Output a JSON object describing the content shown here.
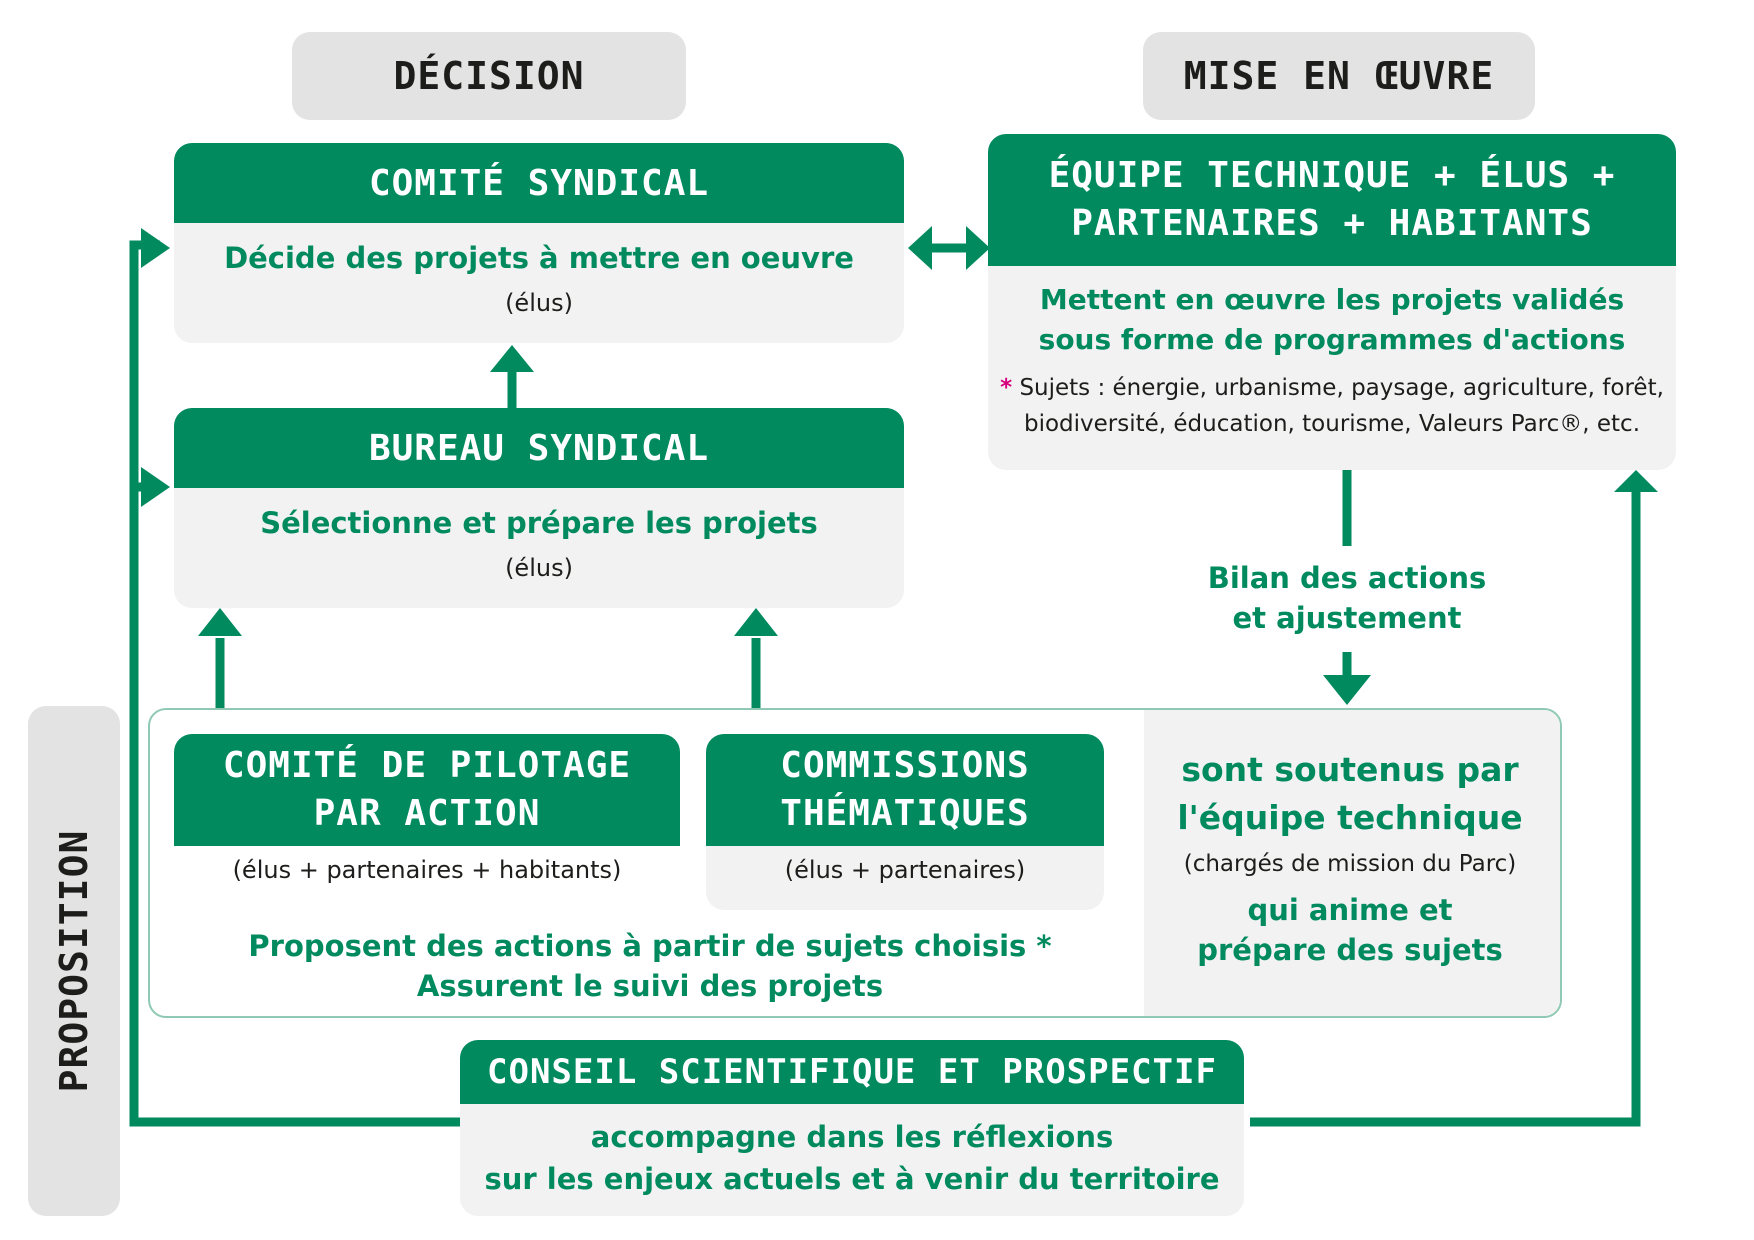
{
  "columns": {
    "decision": "DÉCISION",
    "execution": "MISE EN ŒUVRE",
    "proposal": "PROPOSITION"
  },
  "comite_syndical": {
    "title": "COMITÉ SYNDICAL",
    "desc": "Décide des projets à mettre en oeuvre",
    "members": "(élus)"
  },
  "bureau_syndical": {
    "title": "BUREAU SYNDICAL",
    "desc": "Sélectionne et prépare les projets",
    "members": "(élus)"
  },
  "equipe": {
    "title_line1": "ÉQUIPE TECHNIQUE + ÉLUS +",
    "title_line2": "PARTENAIRES + HABITANTS",
    "desc_line1": "Mettent en œuvre les projets validés",
    "desc_line2": "sous forme de programmes d'actions",
    "star": "*",
    "subjects_line1": "Sujets : énergie, urbanisme, paysage, agriculture, forêt,",
    "subjects_line2": "biodiversité, éducation, tourisme, Valeurs Parc®, etc."
  },
  "bilan": {
    "line1": "Bilan des actions",
    "line2": "et ajustement"
  },
  "copil": {
    "title_line1": "COMITÉ DE PILOTAGE",
    "title_line2": "PAR ACTION",
    "members": "(élus + partenaires + habitants)"
  },
  "commissions": {
    "title_line1": "COMMISSIONS",
    "title_line2": "THÉMATIQUES",
    "members": "(élus + partenaires)"
  },
  "proposal_text": {
    "line1": "Proposent des actions à partir de sujets choisis *",
    "line2": "Assurent le suivi des projets"
  },
  "support": {
    "line1": "sont soutenus par",
    "line2": "l'équipe technique",
    "note": "(chargés de mission du Parc)",
    "line3": "qui anime et",
    "line4": "prépare des sujets"
  },
  "conseil": {
    "title": "CONSEIL SCIENTIFIQUE ET PROSPECTIF",
    "line1": "accompagne dans les réflexions",
    "line2": "sur les enjeux actuels et à venir du territoire"
  },
  "colors": {
    "green": "#008a5e",
    "light_grey": "#f2f2f2",
    "label_grey": "#e3e3e3",
    "asterisk": "#d6007e",
    "text": "#1d1d1b"
  }
}
